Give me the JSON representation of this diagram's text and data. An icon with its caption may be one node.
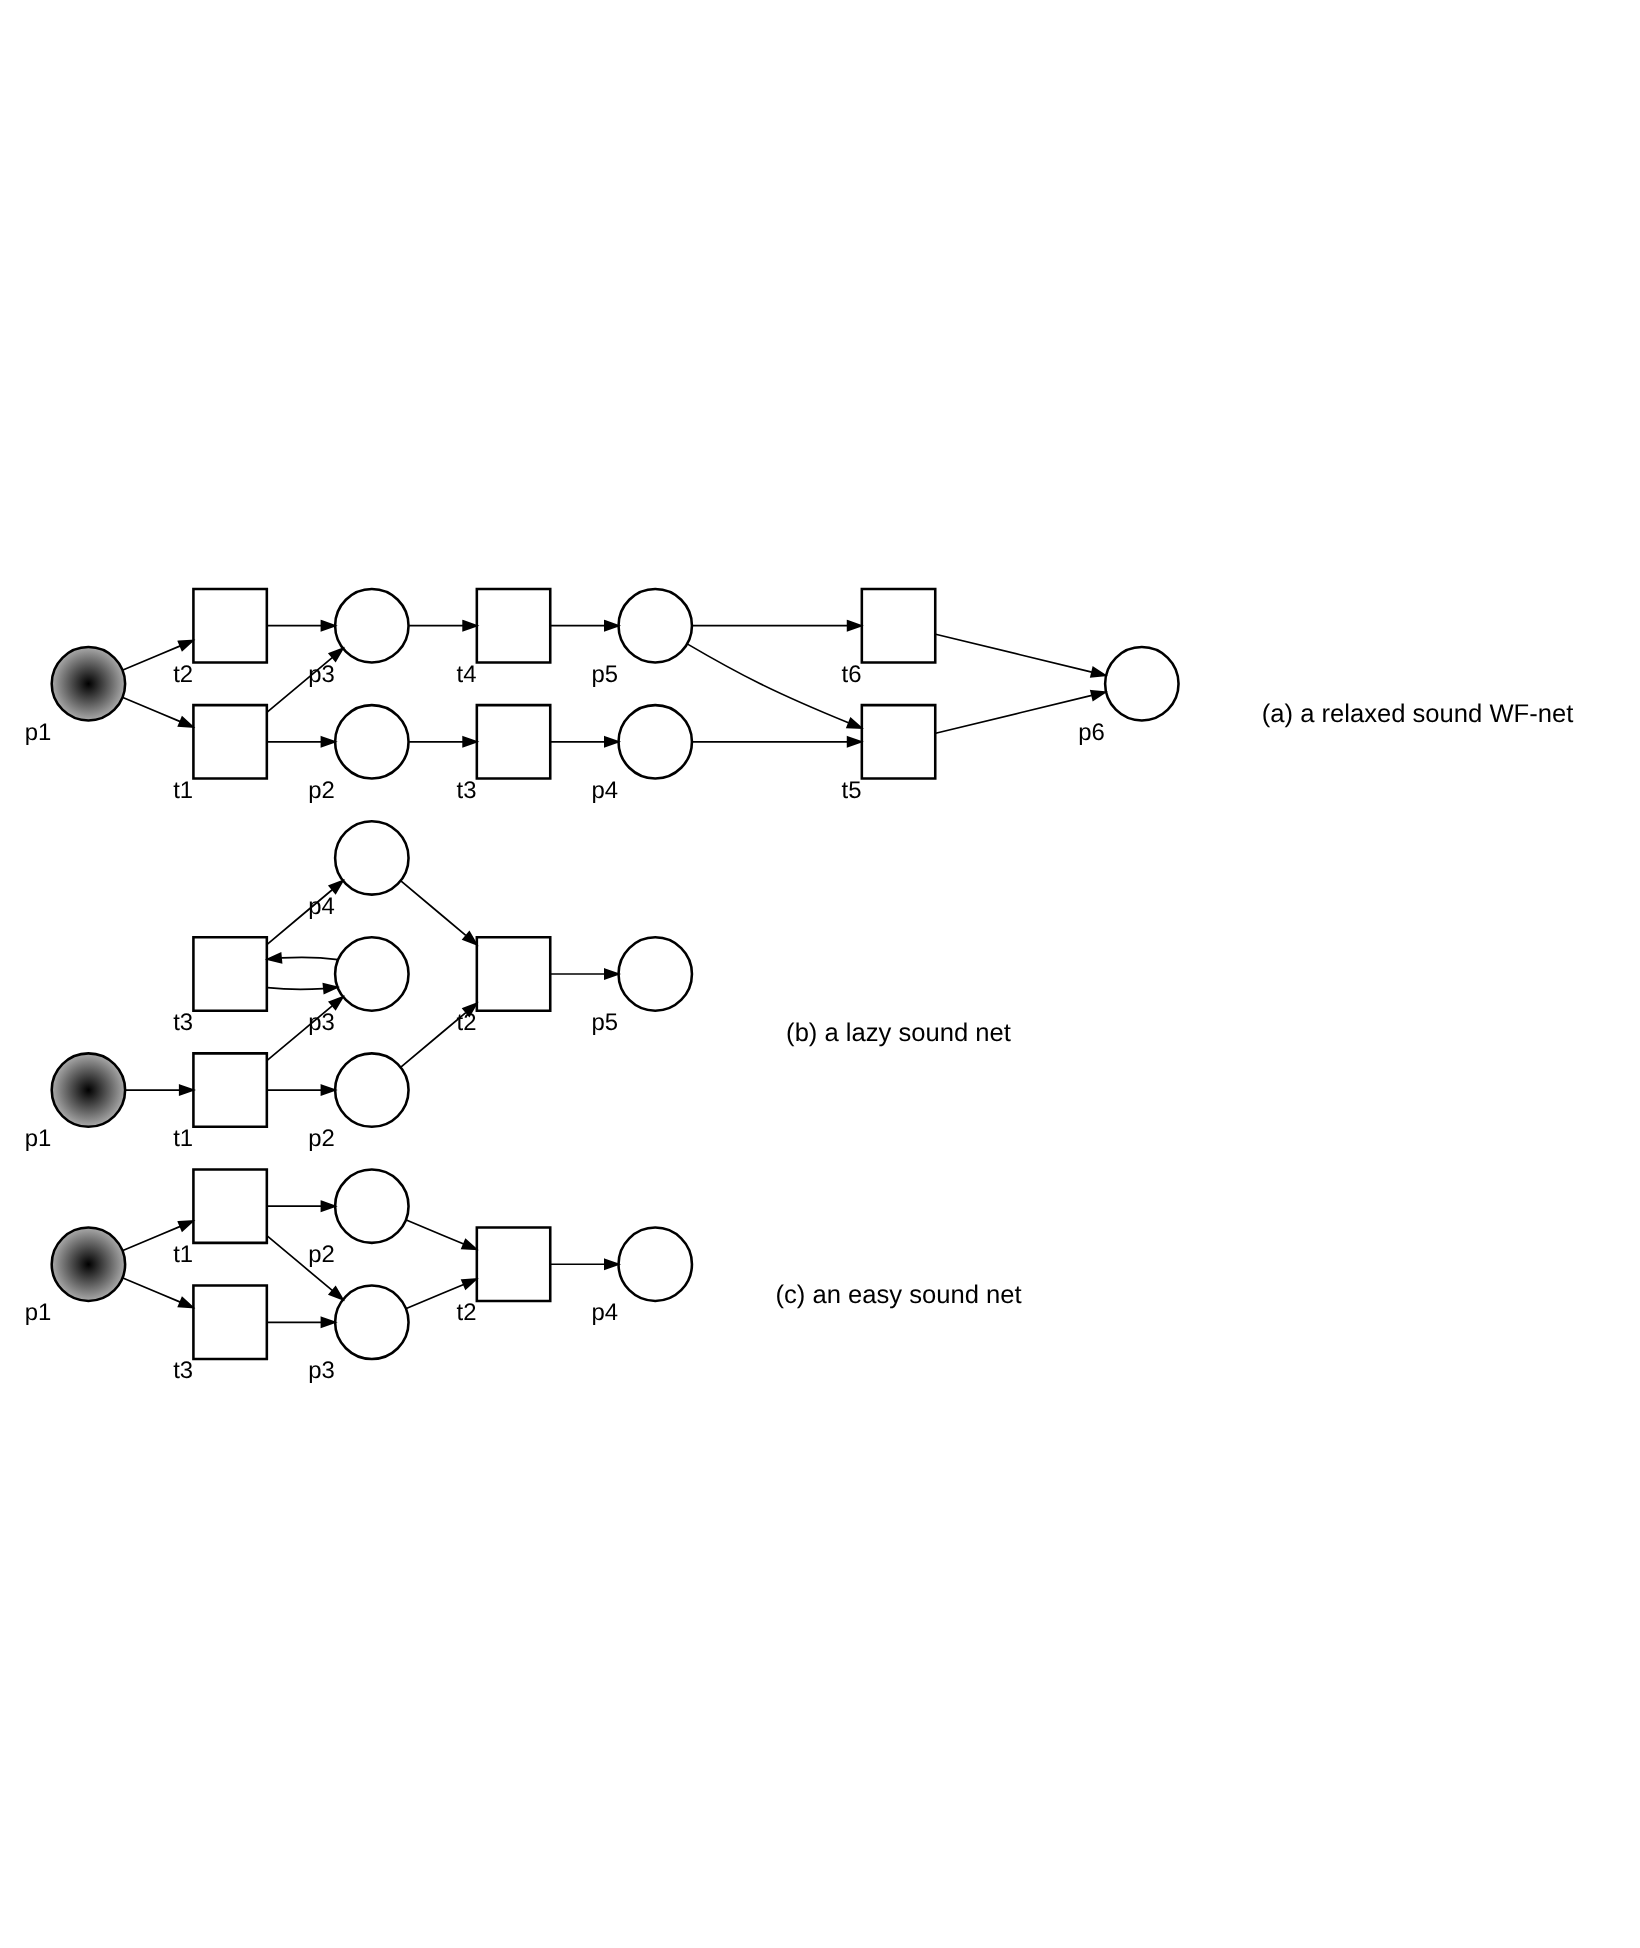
{
  "diagram": {
    "nodes": [
      {
        "text": [],
        "shape": "circle",
        "beside": [
          "p1"
        ]
      },
      {
        "text": [],
        "shape": "box",
        "beside": [
          "t1"
        ]
      },
      {
        "text": [],
        "shape": "box",
        "beside": [
          "t2"
        ]
      },
      {
        "text": [],
        "shape": "circle",
        "beside": [
          "p2"
        ]
      },
      {
        "text": [],
        "shape": "circle",
        "beside": [
          "p3"
        ]
      },
      {
        "text": [],
        "shape": "box",
        "beside": [
          "t3"
        ]
      },
      {
        "text": [],
        "shape": "box",
        "beside": [
          "t4"
        ]
      },
      {
        "text": [],
        "shape": "circle",
        "beside": [
          "p4"
        ]
      },
      {
        "text": [],
        "shape": "circle",
        "beside": [
          "p5"
        ]
      },
      {
        "text": [],
        "shape": "box",
        "beside": [
          "t5"
        ]
      },
      {
        "text": [],
        "shape": "box",
        "beside": [
          "t6"
        ]
      },
      {
        "text": [],
        "shape": "circle",
        "beside": [
          "p6"
        ]
      },
      {
        "text": [],
        "shape": "circle",
        "beside": [
          "p3"
        ]
      },
      {
        "text": [],
        "shape": "box",
        "beside": [
          "t3"
        ]
      },
      {
        "text": [],
        "shape": "circle",
        "beside": [
          "p4"
        ]
      },
      {
        "text": [],
        "shape": "circle",
        "beside": [
          "p1"
        ]
      },
      {
        "text": [],
        "shape": "box",
        "beside": [
          "t1"
        ]
      },
      {
        "text": [],
        "shape": "circle",
        "beside": [
          "p2"
        ]
      },
      {
        "text": [],
        "shape": "box",
        "beside": [
          "t2"
        ]
      },
      {
        "text": [],
        "shape": "circle",
        "beside": [
          "p5"
        ]
      },
      {
        "text": [],
        "shape": "box",
        "beside": [
          "t3"
        ]
      },
      {
        "text": [],
        "shape": "circle",
        "beside": [
          "p3"
        ]
      },
      {
        "text": [],
        "shape": "circle",
        "beside": [
          "p1"
        ]
      },
      {
        "text": [],
        "shape": "box",
        "beside": [
          "t1"
        ]
      },
      {
        "text": [],
        "shape": "circle",
        "beside": [
          "p2"
        ]
      },
      {
        "text": [],
        "shape": "box",
        "beside": [
          "t2"
        ]
      },
      {
        "text": [],
        "shape": "circle",
        "beside": [
          "p4"
        ]
      }
    ],
    "edges": [
      {
        "from": 0,
        "to": 1,
        "arrow": "to"
      },
      {
        "from": 0,
        "to": 2,
        "arrow": "to"
      },
      {
        "from": 1,
        "to": 3,
        "arrow": "to"
      },
      {
        "from": 1,
        "to": 4,
        "arrow": "to"
      },
      {
        "from": 2,
        "to": 4,
        "arrow": "to"
      },
      {
        "from": 3,
        "to": 5,
        "arrow": "to"
      },
      {
        "from": 4,
        "to": 6,
        "arrow": "to"
      },
      {
        "from": 5,
        "to": 7,
        "arrow": "to"
      },
      {
        "from": 6,
        "to": 8,
        "arrow": "to"
      },
      {
        "from": 7,
        "to": 9,
        "arrow": "to"
      },
      {
        "from": 8,
        "to": 9,
        "arrow": "to"
      },
      {
        "from": 8,
        "to": 10,
        "arrow": "to"
      },
      {
        "from": 9,
        "to": 11,
        "arrow": "to"
      },
      {
        "from": 10,
        "to": 11,
        "arrow": "to"
      },
      {
        "from": 12,
        "to": 13,
        "arrow": "to"
      },
      {
        "from": 13,
        "to": 12,
        "arrow": "to"
      },
      {
        "from": 13,
        "to": 14,
        "arrow": "to"
      },
      {
        "from": 14,
        "to": 18,
        "arrow": "to"
      },
      {
        "from": 15,
        "to": 16,
        "arrow": "to"
      },
      {
        "from": 16,
        "to": 12,
        "arrow": "to"
      },
      {
        "from": 16,
        "to": 17,
        "arrow": "to"
      },
      {
        "from": 17,
        "to": 18,
        "arrow": "to"
      },
      {
        "from": 18,
        "to": 19,
        "arrow": "to"
      },
      {
        "from": 22,
        "to": 20,
        "arrow": "to"
      },
      {
        "from": 20,
        "to": 21,
        "arrow": "to"
      },
      {
        "from": 23,
        "to": 21,
        "arrow": "to"
      },
      {
        "from": 21,
        "to": 25,
        "arrow": "to"
      },
      {
        "from": 22,
        "to": 23,
        "arrow": "to"
      },
      {
        "from": 23,
        "to": 24,
        "arrow": "to"
      },
      {
        "from": 24,
        "to": 25,
        "arrow": "to"
      },
      {
        "from": 25,
        "to": 26,
        "arrow": "to"
      }
    ],
    "labels": [
      "(a) a relaxed sound WF-net",
      "(b) a lazy sound net",
      "(c) an easy sound net"
    ]
  }
}
